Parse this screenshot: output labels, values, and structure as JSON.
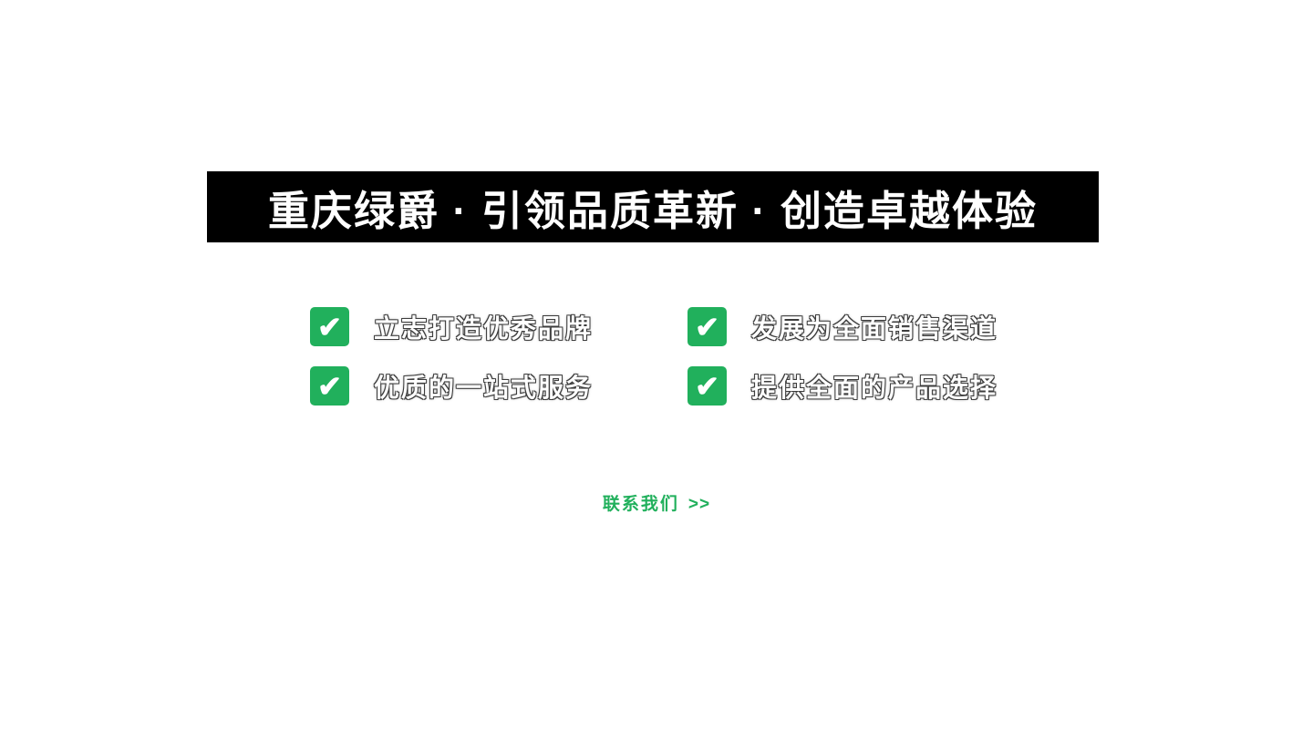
{
  "banner": {
    "title": "重庆绿爵 · 引领品质革新 · 创造卓越体验"
  },
  "features": {
    "check_glyph": "✔",
    "items": [
      {
        "label": "立志打造优秀品牌"
      },
      {
        "label": "发展为全面销售渠道"
      },
      {
        "label": "优质的一站式服务"
      },
      {
        "label": "提供全面的产品选择"
      }
    ]
  },
  "contact": {
    "label": "联系我们",
    "arrow": ">>"
  },
  "colors": {
    "green": "#21b05c",
    "banner_bg": "#000000",
    "banner_text": "#ffffff"
  }
}
